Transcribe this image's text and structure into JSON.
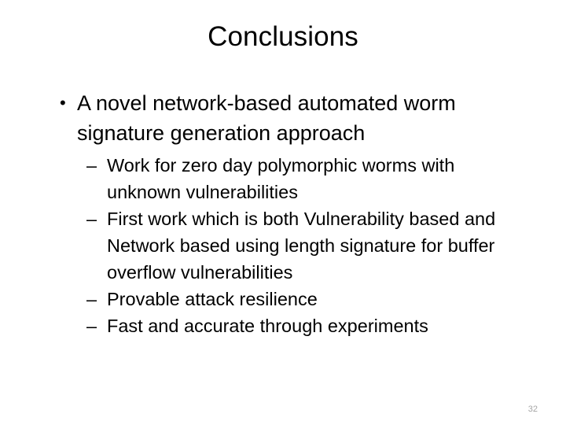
{
  "slide": {
    "title": "Conclusions",
    "page_number": "32",
    "background_color": "#ffffff",
    "text_color": "#000000",
    "page_number_color": "#a6a6a6",
    "bullets": [
      {
        "marker": "•",
        "text": "A novel network-based automated worm signature generation approach",
        "sub_bullets": [
          {
            "marker": "–",
            "text": "Work for zero day polymorphic worms with unknown vulnerabilities"
          },
          {
            "marker": "–",
            "text": "First work which is both Vulnerability based and Network based using length signature for buffer overflow vulnerabilities"
          },
          {
            "marker": "–",
            "text": "Provable attack resilience"
          },
          {
            "marker": "–",
            "text": "Fast and accurate through experiments"
          }
        ]
      }
    ]
  }
}
